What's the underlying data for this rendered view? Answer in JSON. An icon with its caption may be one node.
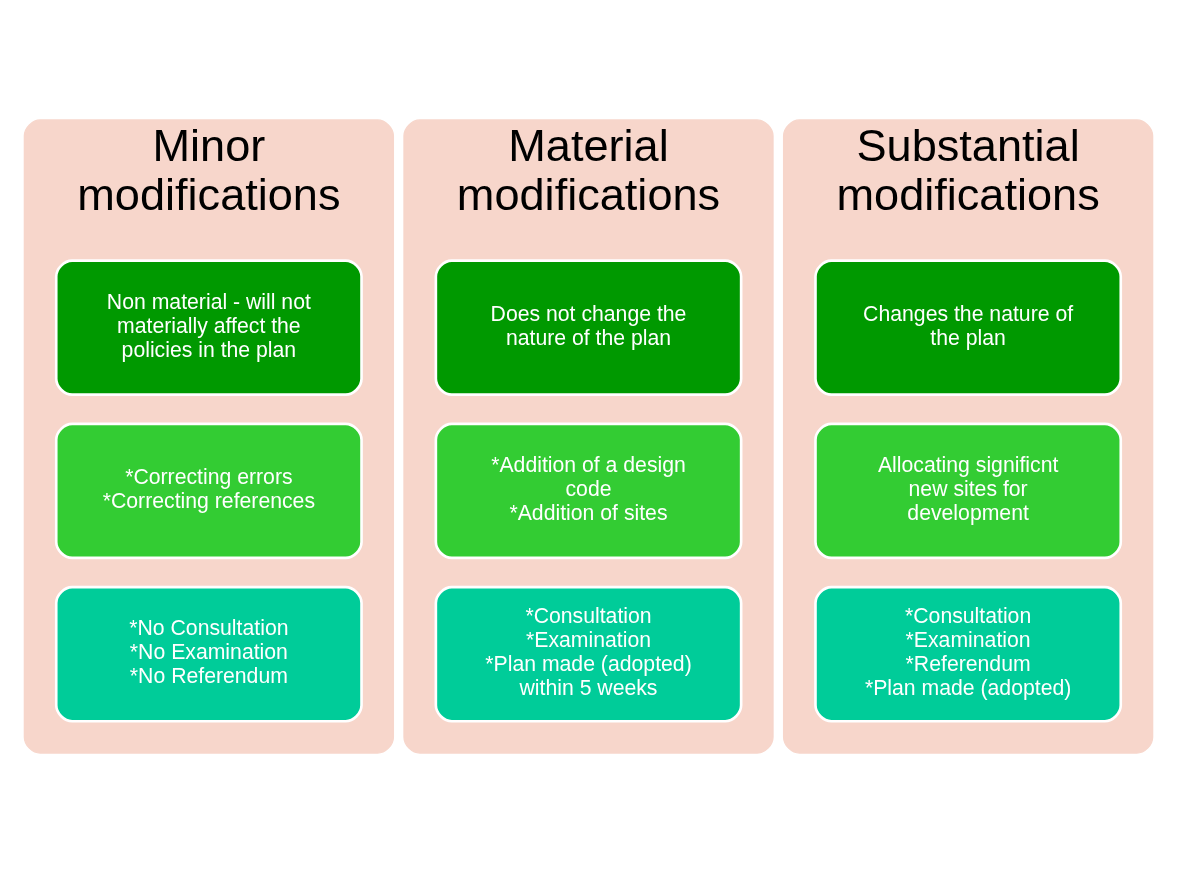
{
  "diagram": {
    "nodes": [
      {
        "text": [
          "Minor modifications"
        ]
      },
      {
        "text": [
          "Non material - will not materially affect the policies in the plan"
        ],
        "in": 0
      },
      {
        "text": [
          "*Correcting errors",
          "*Correcting references"
        ],
        "in": 0
      },
      {
        "text": [
          "*No Consultation",
          "*No Examination",
          "*No Referendum"
        ],
        "in": 0
      },
      {
        "text": [
          "Material modifications"
        ]
      },
      {
        "text": [
          "Does not change the nature of the plan"
        ],
        "in": 4
      },
      {
        "text": [
          "*Addition of a design code",
          "*Addition of sites"
        ],
        "in": 4
      },
      {
        "text": [
          "*Consultation",
          "*Examination",
          "*Plan made (adopted) within 5 weeks"
        ],
        "in": 4
      },
      {
        "text": [
          "Substantial modifications"
        ]
      },
      {
        "text": [
          "Changes the nature of the plan"
        ],
        "in": 8
      },
      {
        "text": [
          "Allocating significnt new sites for development"
        ],
        "in": 8
      },
      {
        "text": [
          "*Consultation",
          "*Examination",
          "*Referendum",
          "*Plan made (adopted)"
        ],
        "in": 8
      }
    ],
    "edges": []
  }
}
